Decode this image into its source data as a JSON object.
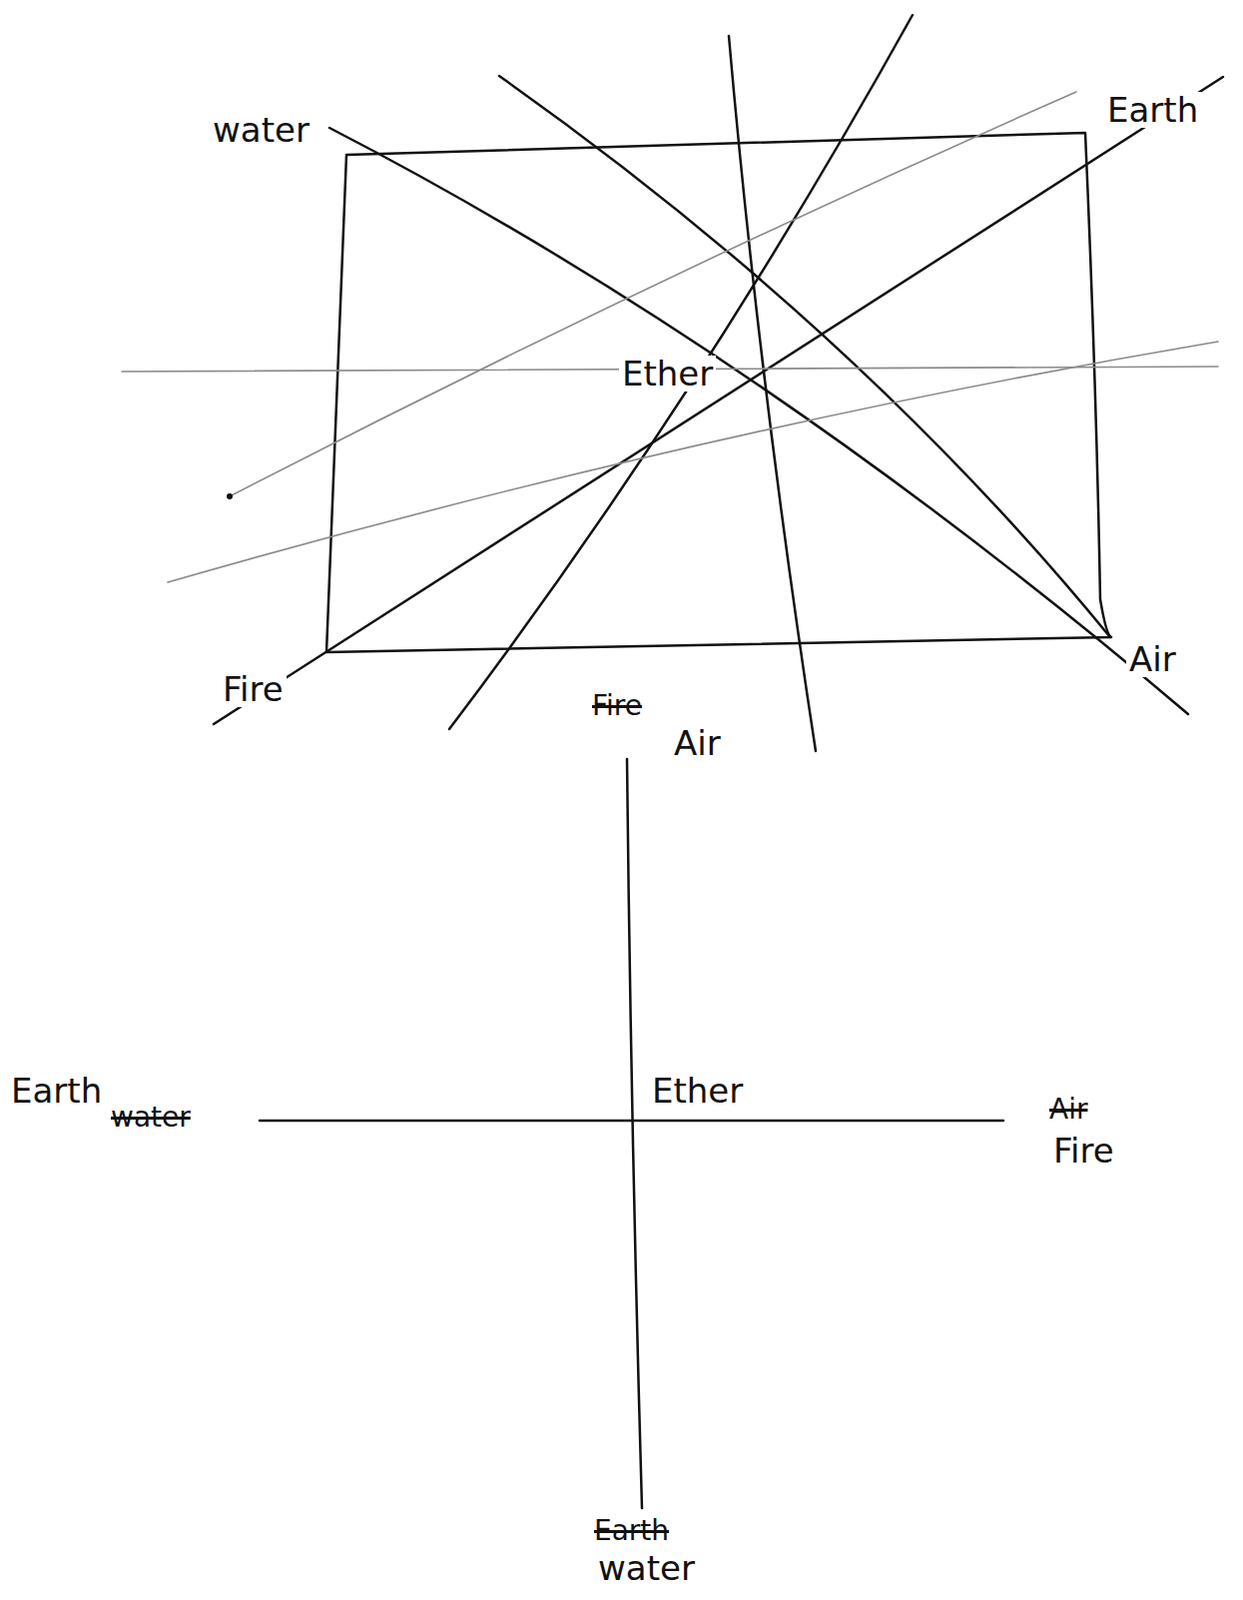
{
  "diagram": {
    "labels": [
      "water",
      "Earth",
      "Ether",
      "Fire",
      "Air",
      "Fire",
      "Air",
      "Earth",
      "water",
      "Ether",
      "Air",
      "Fire",
      "Earth",
      "water"
    ]
  }
}
